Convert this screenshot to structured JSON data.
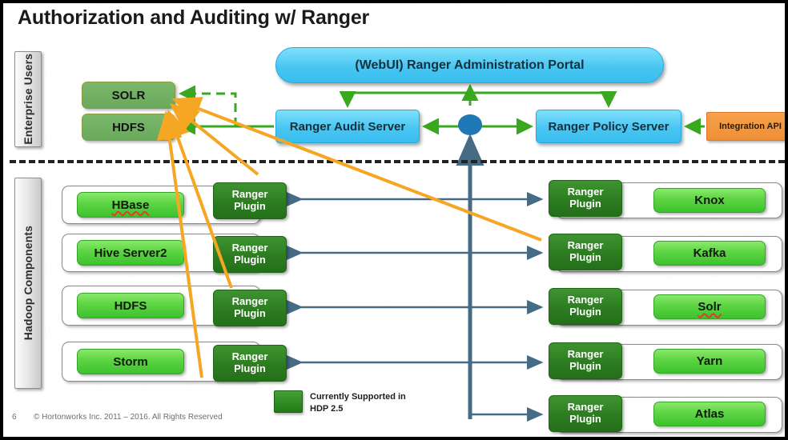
{
  "slide": {
    "title": "Authorization and Auditing w/ Ranger",
    "page_number": "6",
    "copyright": "© Hortonworks Inc. 2011 – 2016. All Rights Reserved"
  },
  "bands": {
    "enterprise": "Enterprise Users",
    "hadoop": "Hadoop Components"
  },
  "enterprise_boxes": [
    {
      "label": "SOLR"
    },
    {
      "label": "HDFS"
    }
  ],
  "servers": {
    "portal": "(WebUI) Ranger Administration Portal",
    "audit": "Ranger Audit Server",
    "policy": "Ranger Policy Server",
    "integration_api": "Integration API"
  },
  "plugin_label": "Ranger\nPlugin",
  "plugin_label_line1": "Ranger",
  "plugin_label_line2": "Plugin",
  "left_components": [
    {
      "label": "HBase",
      "misspelled": true
    },
    {
      "label": "Hive Server2",
      "misspelled": false
    },
    {
      "label": "HDFS",
      "misspelled": false
    },
    {
      "label": "Storm",
      "misspelled": false
    }
  ],
  "right_components": [
    {
      "label": "Knox",
      "misspelled": false
    },
    {
      "label": "Kafka",
      "misspelled": false
    },
    {
      "label": "Solr",
      "misspelled": true
    },
    {
      "label": "Yarn",
      "misspelled": false
    },
    {
      "label": "Atlas",
      "misspelled": false
    }
  ],
  "legend": {
    "line1": "Currently Supported in",
    "line2": "HDP 2.5"
  },
  "colors": {
    "cyan_box": "#49c6f2",
    "orange_box": "#ef8f35",
    "dark_green_plugin": "#2b7a1f",
    "bright_green_component": "#3cc22e",
    "sage_green": "#6aa95c",
    "green_arrow": "#3aa81f",
    "blue_arrow": "#456b85",
    "orange_arrow": "#f5a623",
    "hub_circle": "#2079b5"
  }
}
